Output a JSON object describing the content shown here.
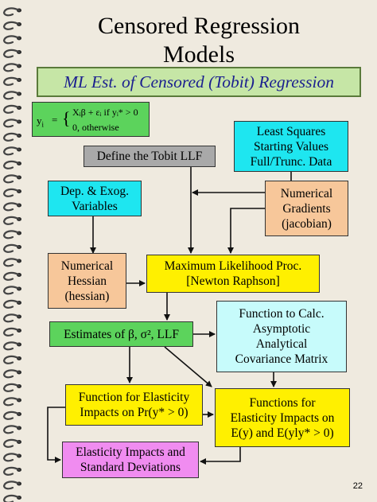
{
  "slide": {
    "title_line1": "Censored Regression",
    "title_line2": "Models",
    "subtitle": "ML Est. of Censored (Tobit) Regression",
    "page_number": "22"
  },
  "equation": {
    "lhs": "y",
    "lhs_sub": "i",
    "eq": "=",
    "case1": "Xᵢβ + εᵢ  if  yᵢ* > 0",
    "case2": "0, otherwise"
  },
  "boxes": {
    "define_llf": "Define the Tobit LLF",
    "least_squares": [
      "Least Squares",
      "Starting Values",
      "Full/Trunc. Data"
    ],
    "dep_exog": [
      "Dep. & Exog.",
      "Variables"
    ],
    "num_gradients": [
      "Numerical",
      "Gradients",
      "(jacobian)"
    ],
    "num_hessian": [
      "Numerical",
      "Hessian",
      "(hessian)"
    ],
    "max_likelihood": [
      "Maximum Likelihood  Proc.",
      "[Newton Raphson]"
    ],
    "estimates": "Estimates of β, σ², LLF",
    "asymptotic": [
      "Function to Calc.",
      "Asymptotic",
      "Analytical",
      "Covariance Matrix"
    ],
    "elasticity_pr": [
      "Function for Elasticity",
      "Impacts on Pr(y* > 0)"
    ],
    "elasticity_e": [
      "Functions for",
      "Elasticity Impacts on",
      "E(y) and E(yly* > 0)"
    ],
    "elasticity_sd": [
      "Elasticity Impacts and",
      "Standard Deviations"
    ]
  },
  "colors": {
    "background": "#efeadf",
    "subtitle_fill": "#c6e6a6",
    "subtitle_text": "#1b1f8f",
    "green": "#5cd35c",
    "gray": "#a9a9a9",
    "cyan": "#1ee6f0",
    "orange": "#f7c79a",
    "yellow": "#fff000",
    "light_cyan": "#c7fbfb",
    "pink": "#f08cf0",
    "spiral_ring": "#444444"
  }
}
